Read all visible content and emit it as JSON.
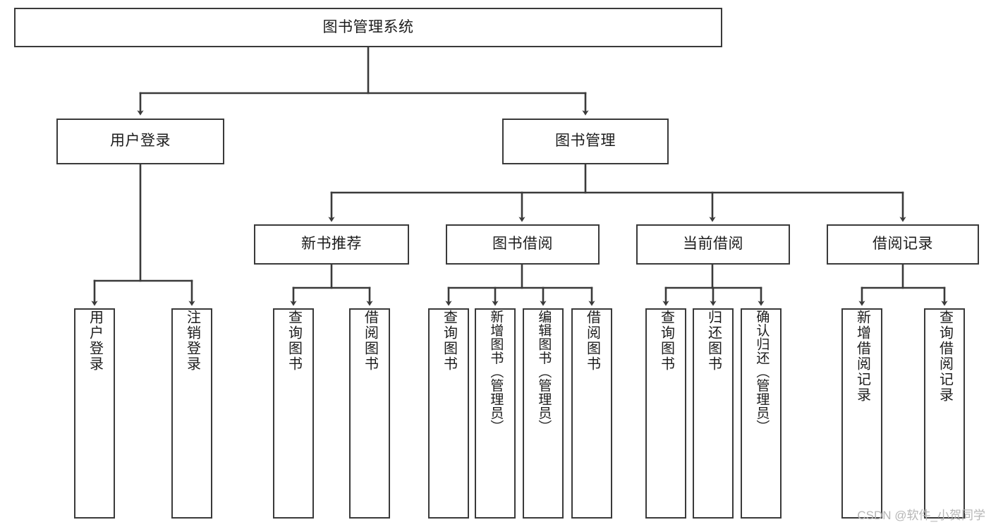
{
  "diagram": {
    "title": "图书管理系统",
    "type": "tree",
    "watermark": "CSDN @软件_小贺同学",
    "colors": {
      "node_border": "#3a3a3a",
      "node_fill": "#ffffff",
      "edge": "#3a3a3a",
      "text": "#1c1c1c",
      "watermark": "#b6b6b6"
    },
    "nodes": {
      "root": {
        "label": "图书管理系统"
      },
      "level2": [
        {
          "id": "user-login",
          "label": "用户登录"
        },
        {
          "id": "book-manage",
          "label": "图书管理"
        }
      ],
      "level3": [
        {
          "id": "new-book-rec",
          "label": "新书推荐"
        },
        {
          "id": "book-borrow",
          "label": "图书借阅"
        },
        {
          "id": "current-borrow",
          "label": "当前借阅"
        },
        {
          "id": "borrow-record",
          "label": "借阅记录"
        }
      ],
      "leaves": [
        {
          "id": "leaf-user-login",
          "label": "用户登录"
        },
        {
          "id": "leaf-logout",
          "label": "注销登录"
        },
        {
          "id": "leaf-query-book-1",
          "label": "查询图书"
        },
        {
          "id": "leaf-borrow-book-1",
          "label": "借阅图书"
        },
        {
          "id": "leaf-query-book-2",
          "label": "查询图书"
        },
        {
          "id": "leaf-add-book",
          "label": "新增图书（管理员）"
        },
        {
          "id": "leaf-edit-book",
          "label": "编辑图书（管理员）"
        },
        {
          "id": "leaf-borrow-book-2",
          "label": "借阅图书"
        },
        {
          "id": "leaf-query-book-3",
          "label": "查询图书"
        },
        {
          "id": "leaf-return-book",
          "label": "归还图书"
        },
        {
          "id": "leaf-confirm-return",
          "label": "确认归还（管理员）"
        },
        {
          "id": "leaf-add-record",
          "label": "新增借阅记录"
        },
        {
          "id": "leaf-query-record",
          "label": "查询借阅记录"
        }
      ]
    }
  }
}
